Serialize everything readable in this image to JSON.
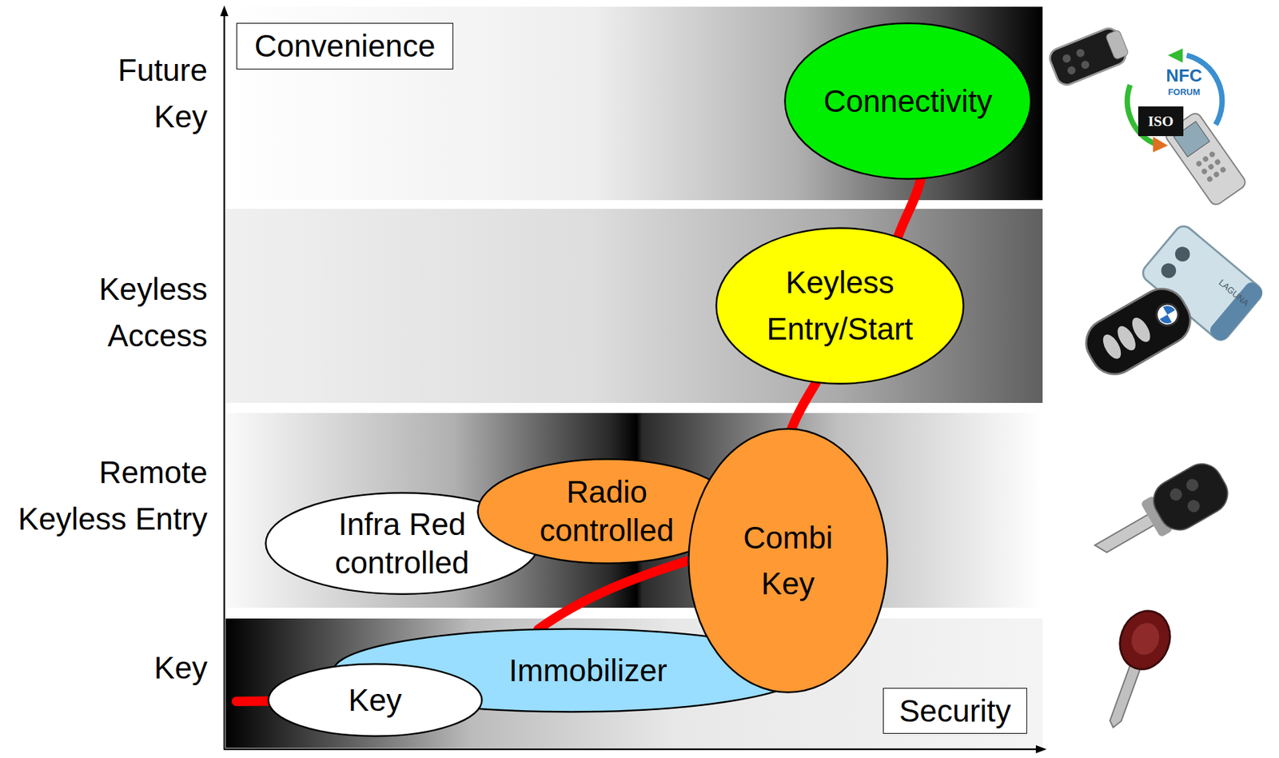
{
  "diagram": {
    "nodes": [
      {
        "text": [
          "Convenience"
        ]
      },
      {
        "text": [
          "Connectivity"
        ]
      },
      {
        "text": [
          "Keyless Entry/Start"
        ]
      },
      {
        "text": [
          "Infra Red controlled"
        ]
      },
      {
        "text": [
          "Radio controlled"
        ]
      },
      {
        "text": [
          "Combi Key"
        ]
      },
      {
        "text": [
          "Immobilizer"
        ]
      },
      {
        "text": [
          "Key"
        ]
      },
      {
        "text": [
          "Security"
        ]
      }
    ],
    "edges": [
      {
        "from": 6,
        "to": 5,
        "arrow": "none"
      },
      {
        "from": 5,
        "to": 2,
        "arrow": "none"
      },
      {
        "from": 2,
        "to": 1,
        "arrow": "none"
      }
    ],
    "labels": [
      "Future Key",
      "Keyless Access",
      "Remote Keyless Entry",
      "Key",
      "NFC",
      "FORUM",
      "ISO",
      "LAGUNA"
    ]
  }
}
